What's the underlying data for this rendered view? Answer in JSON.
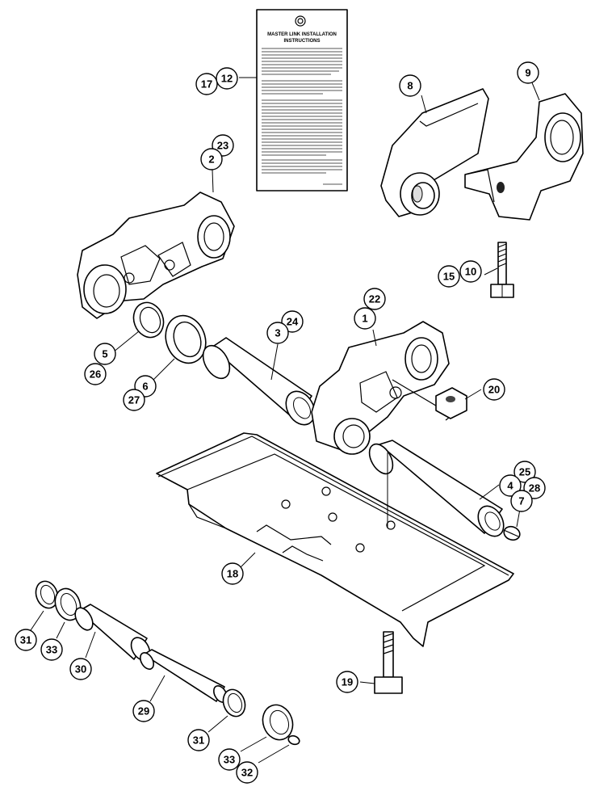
{
  "instruction_sheet": {
    "title_line1": "MASTER LINK INSTALLATION",
    "title_line2": "INSTRUCTIONS"
  },
  "callouts": {
    "c1": "1",
    "c2": "2",
    "c3": "3",
    "c4": "4",
    "c5": "5",
    "c6": "6",
    "c7": "7",
    "c8": "8",
    "c9": "9",
    "c10": "10",
    "c12": "12",
    "c15": "15",
    "c17": "17",
    "c18": "18",
    "c19": "19",
    "c20": "20",
    "c22": "22",
    "c23": "23",
    "c24": "24",
    "c25": "25",
    "c26": "26",
    "c27": "27",
    "c28": "28",
    "c29": "29",
    "c30": "30",
    "c31a": "31",
    "c31b": "31",
    "c32": "32",
    "c33a": "33",
    "c33b": "33"
  }
}
